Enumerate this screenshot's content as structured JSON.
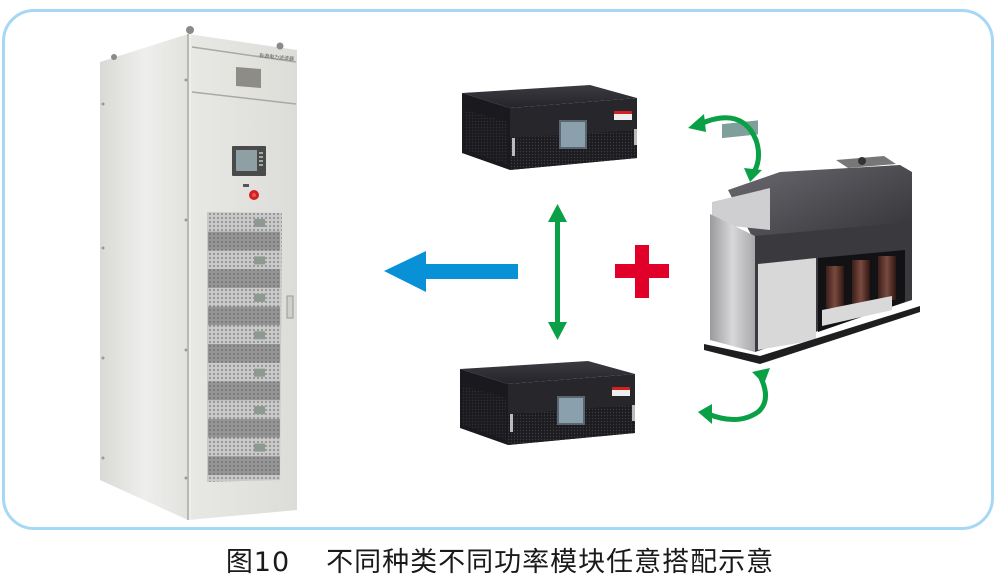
{
  "figure": {
    "number": "图10",
    "caption": "不同种类不同功率模块任意搭配示意"
  },
  "cabinet": {
    "nameplate": "有源电力滤波器",
    "module_count": 7
  },
  "symbols": {
    "output_arrow": "arrow-left-icon",
    "swap_arrow": "double-arrow-vertical-icon",
    "plus": "plus-icon",
    "rotate_arrows": "curved-arrow-icon"
  },
  "colors": {
    "frame": "#a6d8f6",
    "blue_arrow": "#0891d6",
    "green_arrow": "#0aa046",
    "red_plus": "#e0002a",
    "cabinet": "#e6e6e3",
    "module": "#2a2a2e",
    "filter": "#4a4a4e"
  }
}
